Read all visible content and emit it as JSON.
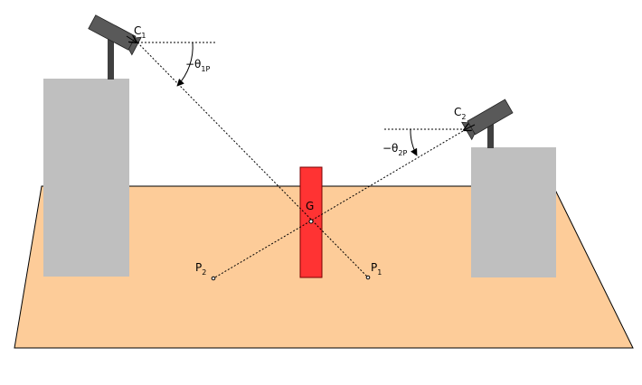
{
  "colors": {
    "floor": "#fdcc99",
    "floor_stroke": "#000000",
    "pillar": "#bfbfbf",
    "camera_body": "#595959",
    "camera_pole": "#404040",
    "target": "#ff3333",
    "target_stroke": "#7a0000",
    "ray": "#000000"
  },
  "labels": {
    "camera1": {
      "main": "C",
      "sub": "1"
    },
    "camera2": {
      "main": "C",
      "sub": "2"
    },
    "angle1": {
      "main": "−θ",
      "sub": "1P"
    },
    "angle2": {
      "main": "−θ",
      "sub": "2P"
    },
    "target_point": {
      "main": "G"
    },
    "point1": {
      "main": "P",
      "sub": "1"
    },
    "point2": {
      "main": "P",
      "sub": "2"
    }
  }
}
